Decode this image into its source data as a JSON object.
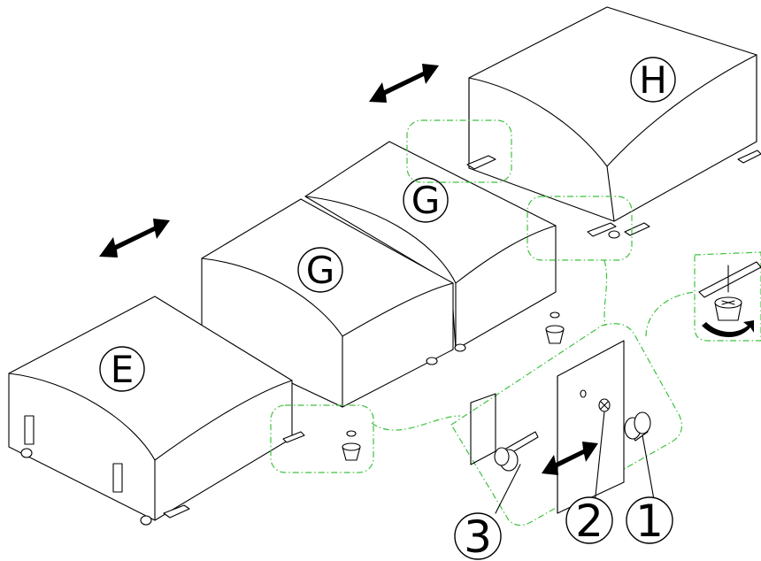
{
  "labels": {
    "module_h": "H",
    "module_g_back": "G",
    "module_g_front": "G",
    "module_e": "E"
  },
  "parts": {
    "part_1": "1",
    "part_2": "2",
    "part_3": "3"
  },
  "colors": {
    "line": "#000000",
    "detail_outline": "#3fc23f",
    "background": "#ffffff"
  },
  "icons": [
    "double-arrow-icon",
    "rotate-arrow-icon"
  ]
}
